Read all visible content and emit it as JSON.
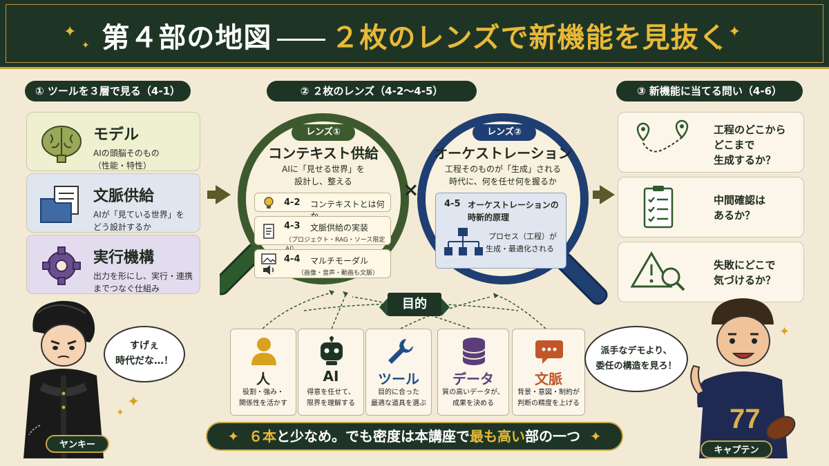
{
  "header": {
    "title_part1": "第４部の地図",
    "title_part2": "２枚のレンズで新機能を見抜く"
  },
  "sections": {
    "left": "① ツールを３層で見る（4-1）",
    "center": "② ２枚のレンズ（4-2〜4-5）",
    "right": "③ 新機能に当てる問い（4-6）"
  },
  "layers": [
    {
      "title": "モデル",
      "desc_line1": "AIの頭脳そのもの",
      "desc_line2": "（性能・特性）",
      "icon": "brain-icon"
    },
    {
      "title": "文脈供給",
      "desc_line1": "AIが「見ている世界」を",
      "desc_line2": "どう設計するか",
      "icon": "documents-folder-icon"
    },
    {
      "title": "実行機構",
      "desc_line1": "出力を形にし、実行・連携",
      "desc_line2": "までつなぐ仕組み",
      "icon": "gear-icon"
    }
  ],
  "lens1": {
    "badge": "レンズ①",
    "title": "コンテキスト供給",
    "desc_line1": "AIに「見せる世界」を",
    "desc_line2": "設計し、整える",
    "items": [
      {
        "num": "4-2",
        "text": "コンテキストとは何か",
        "sub": "",
        "icon": "lightbulb-icon"
      },
      {
        "num": "4-3",
        "text": "文脈供給の実装",
        "sub": "（プロジェクト・RAG・ソース限定AI）",
        "icon": "document-icon"
      },
      {
        "num": "4-4",
        "text": "マルチモーダル",
        "sub": "（画像・音声・動画も文脈）",
        "icon": "image-audio-icon"
      }
    ]
  },
  "lens2": {
    "badge": "レンズ②",
    "title": "オーケストレーション",
    "desc_line1": "工程そのものが「生成」される",
    "desc_line2": "時代に、何を任せ何を握るか",
    "item": {
      "num": "4-5",
      "text_line1": "オーケストレーションの",
      "text_line2": "時新的原理",
      "desc_line1": "プロセス（工程）が",
      "desc_line2": "生成・最適化される"
    }
  },
  "cross_symbol": "×",
  "questions": [
    {
      "line1": "工程のどこから",
      "line2": "どこまで",
      "line3": "生成するか？",
      "icon": "route-pins-icon"
    },
    {
      "line1": "中間確認は",
      "line2": "あるか？",
      "line3": "",
      "icon": "checklist-icon"
    },
    {
      "line1": "失敗にどこで",
      "line2": "気づけるか？",
      "line3": "",
      "icon": "warning-search-icon"
    }
  ],
  "purpose": {
    "label": "目的",
    "items": [
      {
        "title": "人",
        "desc_line1": "役割・強み・",
        "desc_line2": "関係性を活かす",
        "color": "#d9a21e",
        "icon": "person-icon"
      },
      {
        "title": "AI",
        "desc_line1": "得意を任せて、",
        "desc_line2": "限界を理解する",
        "color": "#1e3526",
        "icon": "robot-icon"
      },
      {
        "title": "ツール",
        "desc_line1": "目的に合った",
        "desc_line2": "最適な道具を選ぶ",
        "color": "#1f4d8a",
        "icon": "wrench-icon"
      },
      {
        "title": "データ",
        "desc_line1": "質の高いデータが、",
        "desc_line2": "成果を決める",
        "color": "#5a3d7a",
        "icon": "database-icon"
      },
      {
        "title": "文脈",
        "desc_line1": "背景・意図・制約が",
        "desc_line2": "判断の精度を上げる",
        "color": "#c2562a",
        "icon": "chat-bubble-icon"
      }
    ]
  },
  "banner": {
    "part1": "６本",
    "part2": "と少なめ。でも密度は本講座で",
    "part3": "最も高い",
    "part4": "部の一つ"
  },
  "characters": {
    "left": {
      "name": "ヤンキー",
      "bubble_line1": "すげぇ",
      "bubble_line2": "時代だな…！"
    },
    "right": {
      "name": "キャプテン",
      "bubble_line1": "派手なデモより、",
      "bubble_line2": "委任の構造を見ろ！",
      "jersey": "77"
    }
  },
  "colors": {
    "dark_green": "#1e3526",
    "gold": "#e8b938",
    "lens1_ring": "#3d5a2e",
    "lens2_ring": "#1f3f73",
    "card_model": "#eef0cf",
    "card_context": "#dfe6ef",
    "card_exec": "#e3dcef"
  }
}
